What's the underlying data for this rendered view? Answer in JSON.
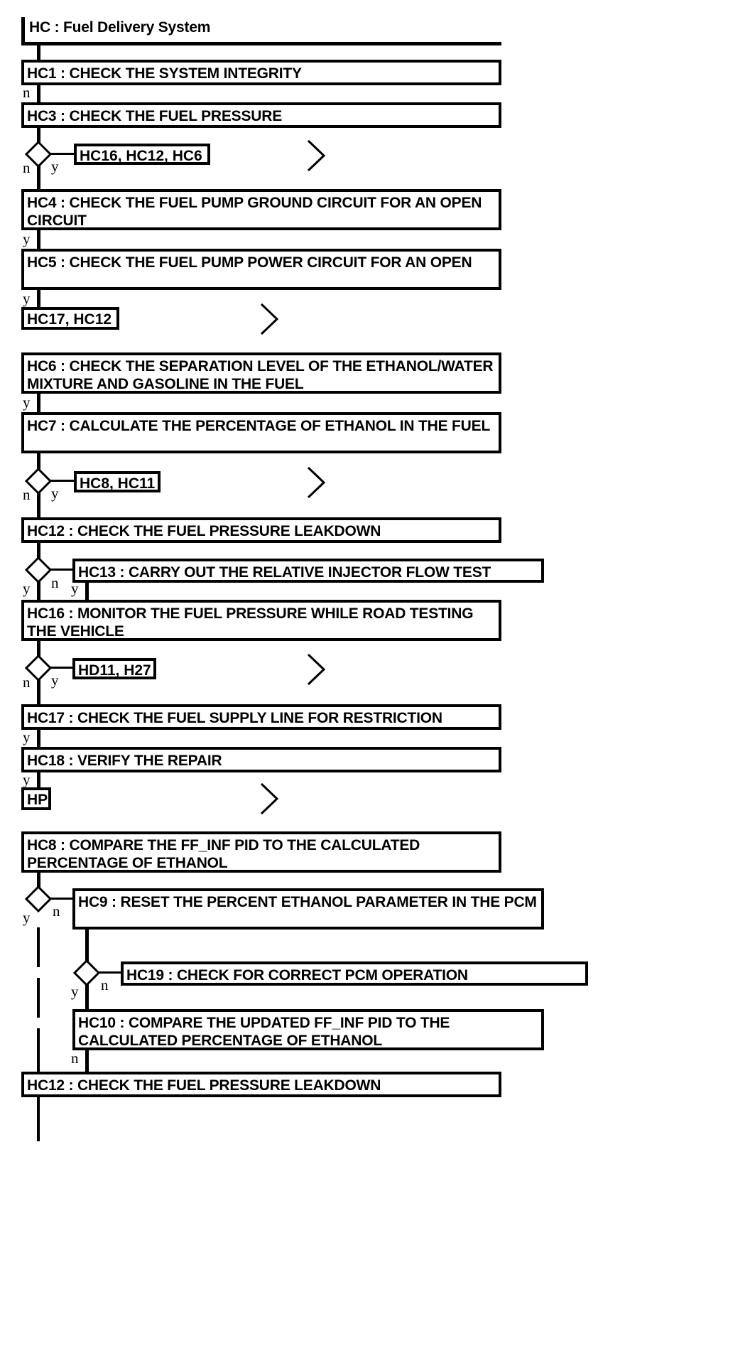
{
  "diagram": {
    "type": "flowchart",
    "title": "HC : Fuel Delivery System",
    "nodes": [
      {
        "id": "HC",
        "label": "HC : Fuel Delivery System"
      },
      {
        "id": "HC1",
        "label": "HC1 : CHECK THE SYSTEM INTEGRITY"
      },
      {
        "id": "HC3",
        "label": "HC3 : CHECK THE FUEL PRESSURE"
      },
      {
        "id": "HC4",
        "label": "HC4 : CHECK THE FUEL PUMP GROUND CIRCUIT FOR AN OPEN CIRCUIT"
      },
      {
        "id": "HC5",
        "label": "HC5 : CHECK THE FUEL PUMP POWER CIRCUIT FOR AN OPEN"
      },
      {
        "id": "HC6",
        "label": "HC6 : CHECK THE SEPARATION LEVEL OF THE ETHANOL/WATER MIXTURE AND GASOLINE IN THE FUEL"
      },
      {
        "id": "HC7",
        "label": "HC7 : CALCULATE THE PERCENTAGE OF ETHANOL IN THE FUEL"
      },
      {
        "id": "HC12a",
        "label": "HC12 : CHECK THE FUEL PRESSURE LEAKDOWN"
      },
      {
        "id": "HC13",
        "label": "HC13 : CARRY OUT THE RELATIVE INJECTOR FLOW TEST"
      },
      {
        "id": "HC16",
        "label": "HC16 : MONITOR THE FUEL PRESSURE WHILE ROAD TESTING THE VEHICLE"
      },
      {
        "id": "HC17",
        "label": "HC17 : CHECK THE FUEL SUPPLY LINE FOR RESTRICTION"
      },
      {
        "id": "HC18",
        "label": "HC18 : VERIFY THE REPAIR"
      },
      {
        "id": "HC8",
        "label": "HC8 : COMPARE THE FF_INF PID TO THE CALCULATED PERCENTAGE OF ETHANOL"
      },
      {
        "id": "HC9",
        "label": "HC9 : RESET THE PERCENT ETHANOL PARAMETER IN THE PCM"
      },
      {
        "id": "HC19",
        "label": "HC19 : CHECK FOR CORRECT PCM OPERATION"
      },
      {
        "id": "HC10",
        "label": "HC10 : COMPARE THE UPDATED FF_INF PID TO THE CALCULATED PERCENTAGE OF ETHANOL"
      },
      {
        "id": "HC12b",
        "label": "HC12 : CHECK THE FUEL PRESSURE LEAKDOWN"
      }
    ],
    "refs": [
      {
        "id": "ref1",
        "label": "HC16, HC12, HC6"
      },
      {
        "id": "ref2",
        "label": "HC17, HC12"
      },
      {
        "id": "ref3",
        "label": "HC8, HC11"
      },
      {
        "id": "ref4",
        "label": "HD11, H27"
      },
      {
        "id": "ref5",
        "label": "HP"
      }
    ],
    "branch_labels": {
      "yes": "y",
      "no": "n"
    },
    "edges": [
      {
        "from": "HC1",
        "branch": "n",
        "to": "HC3"
      },
      {
        "from": "HC3",
        "branch": "y",
        "to": "ref1"
      },
      {
        "from": "HC3",
        "branch": "n",
        "to": "HC4"
      },
      {
        "from": "HC4",
        "branch": "y",
        "to": "HC5"
      },
      {
        "from": "HC5",
        "branch": "y",
        "to": "ref2"
      },
      {
        "from": "HC6",
        "branch": "y",
        "to": "HC7"
      },
      {
        "from": "HC7",
        "branch": "y",
        "to": "ref3"
      },
      {
        "from": "HC7",
        "branch": "n",
        "to": "HC12a"
      },
      {
        "from": "HC12a",
        "branch": "n",
        "to": "HC13"
      },
      {
        "from": "HC12a",
        "branch": "y",
        "to": "HC16"
      },
      {
        "from": "HC13",
        "branch": "y",
        "to": "HC16"
      },
      {
        "from": "HC16",
        "branch": "y",
        "to": "ref4"
      },
      {
        "from": "HC16",
        "branch": "n",
        "to": "HC17"
      },
      {
        "from": "HC17",
        "branch": "y",
        "to": "HC18"
      },
      {
        "from": "HC18",
        "branch": "y",
        "to": "ref5"
      },
      {
        "from": "HC8",
        "branch": "n",
        "to": "HC9"
      },
      {
        "from": "HC8",
        "branch": "y",
        "to": "HC12b"
      },
      {
        "from": "HC9",
        "branch": "n",
        "to": "HC19"
      },
      {
        "from": "HC19",
        "branch": "y",
        "to": "HC10"
      },
      {
        "from": "HC10",
        "branch": "n",
        "to": "HC12b"
      }
    ]
  }
}
